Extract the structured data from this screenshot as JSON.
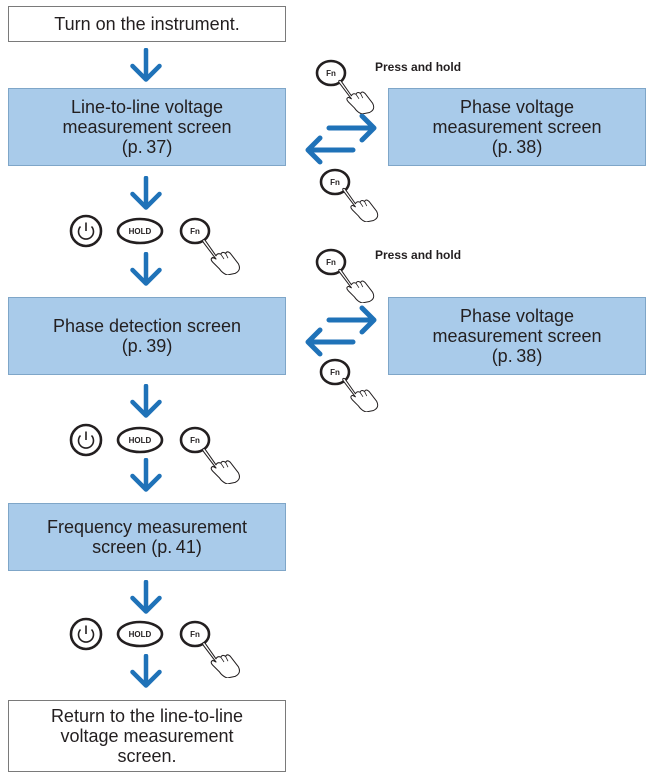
{
  "boxes": {
    "start": [
      "Turn on the instrument."
    ],
    "line_to_line": [
      "Line-to-line voltage",
      "measurement screen",
      "(p. 37)"
    ],
    "phase_voltage_1": [
      "Phase voltage",
      "measurement screen",
      "(p. 38)"
    ],
    "phase_detection": [
      "Phase detection screen",
      "(p. 39)"
    ],
    "phase_voltage_2": [
      "Phase voltage",
      "measurement screen",
      "(p. 38)"
    ],
    "frequency": [
      "Frequency measurement",
      "screen (p. 41)"
    ],
    "return": [
      "Return to the line-to-line",
      "voltage measurement",
      "screen."
    ]
  },
  "press_hold_label": "Press and hold",
  "buttons": {
    "hold": "HOLD",
    "fn": "Fn"
  },
  "colors": {
    "arrow": "#1f72b8",
    "box_fill": "#a9cbea",
    "box_border": "#7fa6c8"
  }
}
